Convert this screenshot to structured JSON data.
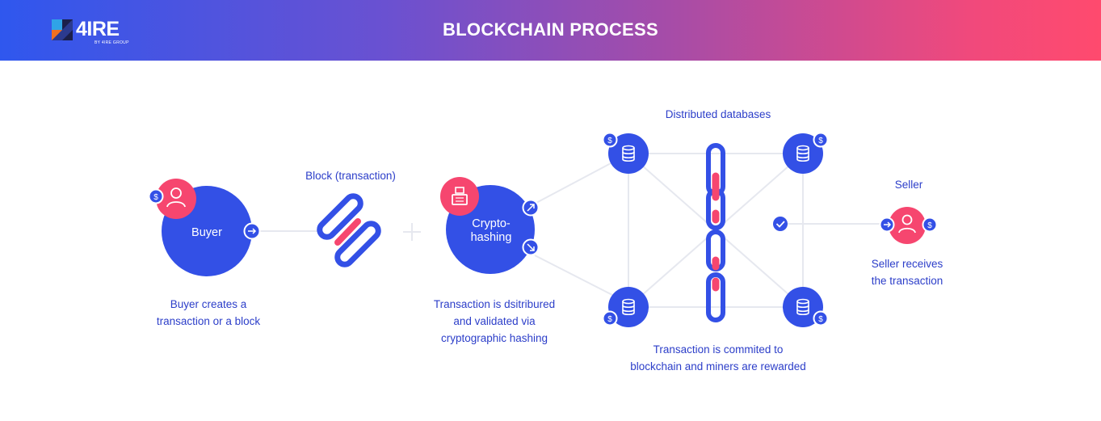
{
  "header": {
    "title": "BLOCKCHAIN PROCESS",
    "logo_text": "4IRE",
    "logo_sub": "BY 4IRE GROUP"
  },
  "colors": {
    "blue": "#3350e6",
    "pink": "#f6466f",
    "text": "#2c3ec9",
    "line": "#e6e8ef"
  },
  "buyer": {
    "label": "Buyer",
    "caption": "Buyer creates a\ntransaction or a block"
  },
  "block": {
    "label": "Block (transaction)"
  },
  "hashing": {
    "label": "Crypto-\nhashing",
    "caption": "Transaction is dsitribured\nand validated via\ncryptographic hashing"
  },
  "databases": {
    "label": "Distributed databases",
    "caption": "Transaction is commited to\nblockchain and miners are rewarded"
  },
  "seller": {
    "label": "Seller",
    "caption": "Seller receives\nthe transaction"
  },
  "icons": {
    "coin": "$",
    "arrow": "arrow-right-icon",
    "arrow_up_right": "arrow-up-right-icon",
    "arrow_down_right": "arrow-down-right-icon",
    "check": "check-icon",
    "user": "user-icon",
    "database": "database-icon",
    "chain": "chain-link-icon",
    "hash_machine": "hash-machine-icon"
  }
}
